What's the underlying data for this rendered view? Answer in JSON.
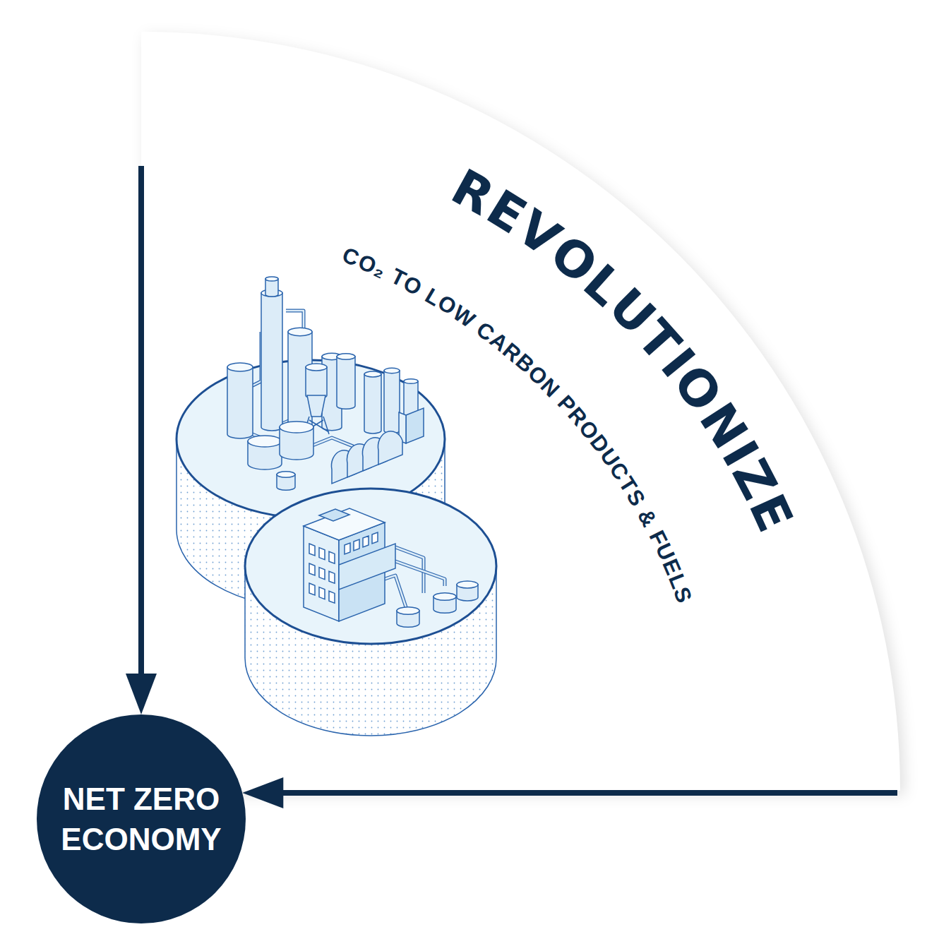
{
  "diagram": {
    "nodes": [
      {
        "text": [
          "REVOLUTIONIZE"
        ]
      },
      {
        "text": [
          "CO₂ TO LOW CARBON PRODUCTS & FUELS"
        ],
        "in": 0
      },
      {
        "text": [
          "NET ZERO ECONOMY"
        ]
      }
    ],
    "edges": [
      {
        "from": 0,
        "to": 2,
        "arrow": "to"
      },
      {
        "from": 0,
        "to": 2,
        "arrow": "to"
      }
    ]
  }
}
